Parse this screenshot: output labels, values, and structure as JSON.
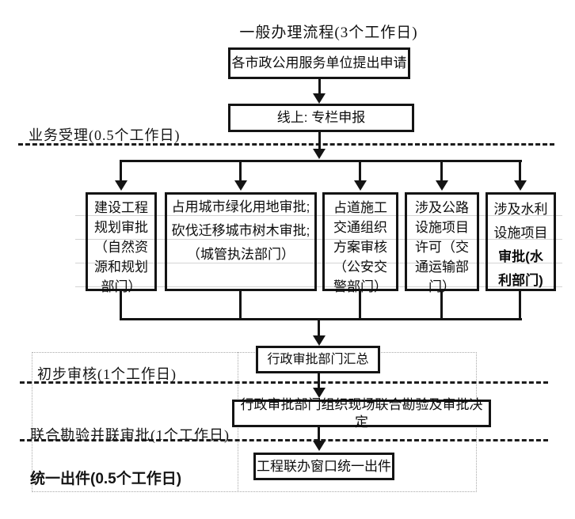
{
  "title": "一般办理流程(3个工作日)",
  "flow": {
    "apply_box": "各市政公用服务单位提出申请",
    "online_box": "线上: 专栏申报",
    "summary_box": "行政审批部门汇总",
    "joint_box": "行政审批部门组织现场联合勘验及审批决定",
    "output_box": "工程联办窗口统一出件"
  },
  "stages": [
    {
      "label": "业务受理(0.5个工作日)"
    },
    {
      "label": "初步审核(1个工作日)"
    },
    {
      "label": "联合勘验并联审批(1个工作日)"
    },
    {
      "label": "统一出件(0.5个工作日)"
    }
  ],
  "branches": [
    {
      "text": "建设工程\n规划审批\n（自然资\n源和规划\n部门）"
    },
    {
      "text": "占用城市绿化用地审批;\n砍伐迁移城市树木审批;\n（城管执法部门）"
    },
    {
      "text": "占道施工\n交通组织\n方案审核\n（公安交\n警部门）"
    },
    {
      "text": "涉及公路\n设施项目\n许可（交\n通运输部\n门）"
    },
    {
      "text": "涉及水利\n设施项目",
      "bold_text": "审批(水\n利部门)"
    }
  ],
  "colors": {
    "line": "#141414",
    "grid": "#a9a9a9"
  }
}
